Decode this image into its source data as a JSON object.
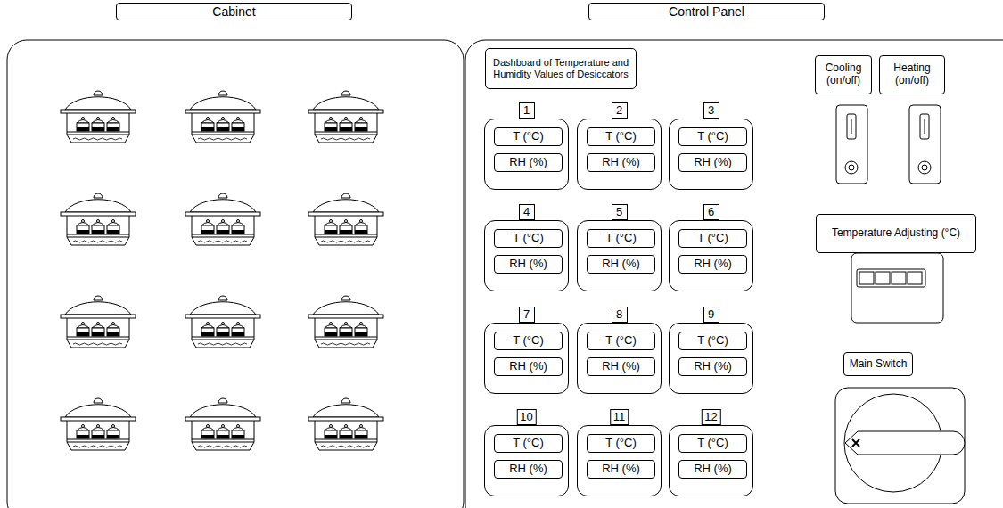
{
  "diagram": {
    "nodes": [
      {
        "text": [
          "Cabinet"
        ]
      },
      {
        "text": [
          "Control Panel"
        ]
      },
      {
        "text": [
          "Dashboard of Temperature and Humidity Values of Desiccators"
        ]
      },
      {
        "text": [
          "Cooling (on/off)"
        ]
      },
      {
        "text": [
          "Heating (on/off)"
        ]
      },
      {
        "text": [
          "1"
        ]
      },
      {
        "text": [
          "T (°C)"
        ],
        "in": 5
      },
      {
        "text": [
          "RH (%)"
        ],
        "in": 5
      },
      {
        "text": [
          "2"
        ]
      },
      {
        "text": [
          "T (°C)"
        ],
        "in": 8
      },
      {
        "text": [
          "RH (%)"
        ],
        "in": 8
      },
      {
        "text": [
          "3"
        ]
      },
      {
        "text": [
          "T (°C)"
        ],
        "in": 11
      },
      {
        "text": [
          "RH (%)"
        ],
        "in": 11
      },
      {
        "text": [
          "4"
        ]
      },
      {
        "text": [
          "T (°C)"
        ],
        "in": 14
      },
      {
        "text": [
          "RH (%)"
        ],
        "in": 14
      },
      {
        "text": [
          "5"
        ]
      },
      {
        "text": [
          "T (°C)"
        ],
        "in": 17
      },
      {
        "text": [
          "RH (%)"
        ],
        "in": 17
      },
      {
        "text": [
          "6"
        ]
      },
      {
        "text": [
          "T (°C)"
        ],
        "in": 20
      },
      {
        "text": [
          "RH (%)"
        ],
        "in": 20
      },
      {
        "text": [
          "7"
        ]
      },
      {
        "text": [
          "T (°C)"
        ],
        "in": 23
      },
      {
        "text": [
          "RH (%)"
        ],
        "in": 23
      },
      {
        "text": [
          "8"
        ]
      },
      {
        "text": [
          "T (°C)"
        ],
        "in": 26
      },
      {
        "text": [
          "RH (%)"
        ],
        "in": 26
      },
      {
        "text": [
          "9"
        ]
      },
      {
        "text": [
          "T (°C)"
        ],
        "in": 29
      },
      {
        "text": [
          "RH (%)"
        ],
        "in": 29
      },
      {
        "text": [
          "10"
        ]
      },
      {
        "text": [
          "T (°C)"
        ],
        "in": 32
      },
      {
        "text": [
          "RH (%)"
        ],
        "in": 32
      },
      {
        "text": [
          "11"
        ]
      },
      {
        "text": [
          "T (°C)"
        ],
        "in": 35
      },
      {
        "text": [
          "RH (%)"
        ],
        "in": 35
      },
      {
        "text": [
          "12"
        ]
      },
      {
        "text": [
          "T (°C)"
        ],
        "in": 38
      },
      {
        "text": [
          "RH (%)"
        ],
        "in": 38
      },
      {
        "text": [
          "Temperature Adjusting (°C)"
        ]
      },
      {
        "text": [
          "Main Switch"
        ]
      }
    ]
  }
}
